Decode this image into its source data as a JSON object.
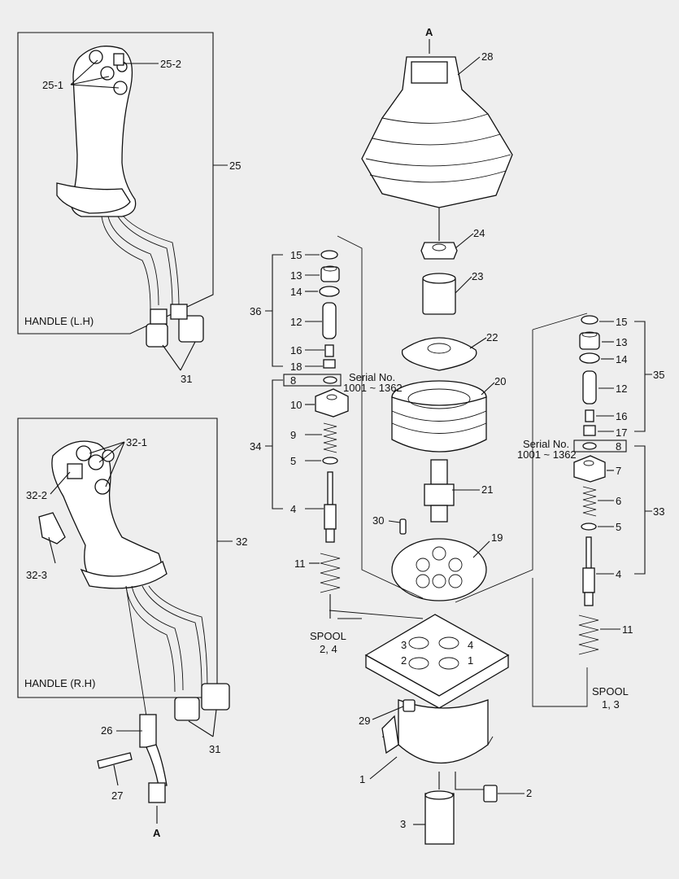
{
  "diagram": {
    "panels": {
      "handle_lh": "HANDLE (L.H)",
      "handle_rh": "HANDLE (R.H)"
    },
    "spool_labels": {
      "left": [
        "SPOOL",
        "2, 4"
      ],
      "right": [
        "SPOOL",
        "1, 3"
      ]
    },
    "serial_note": {
      "left": [
        "Serial No.",
        "1001 ~ 1362"
      ],
      "right": [
        "Serial No.",
        "1001 ~ 1362"
      ]
    },
    "port_numbers": [
      "3",
      "4",
      "2",
      "1"
    ],
    "section_marks": {
      "top": "A",
      "bottom": "A"
    },
    "callouts": {
      "c1": "1",
      "c2": "2",
      "c3": "3",
      "c4l": "4",
      "c4r": "4",
      "c5l": "5",
      "c5r": "5",
      "c6": "6",
      "c7": "7",
      "c8l": "8",
      "c8r": "8",
      "c9": "9",
      "c10": "10",
      "c11l": "11",
      "c11r": "11",
      "c12l": "12",
      "c12r": "12",
      "c13l": "13",
      "c13r": "13",
      "c14l": "14",
      "c14r": "14",
      "c15l": "15",
      "c15r": "15",
      "c16l": "16",
      "c16r": "16",
      "c17": "17",
      "c18": "18",
      "c19": "19",
      "c20": "20",
      "c21": "21",
      "c22": "22",
      "c23": "23",
      "c24": "24",
      "c25": "25",
      "c25_1": "25-1",
      "c25_2": "25-2",
      "c26": "26",
      "c27": "27",
      "c28": "28",
      "c29": "29",
      "c30": "30",
      "c31a": "31",
      "c31b": "31",
      "c32": "32",
      "c32_1": "32-1",
      "c32_2": "32-2",
      "c32_3": "32-3",
      "c33": "33",
      "c34": "34",
      "c35": "35",
      "c36": "36"
    }
  }
}
